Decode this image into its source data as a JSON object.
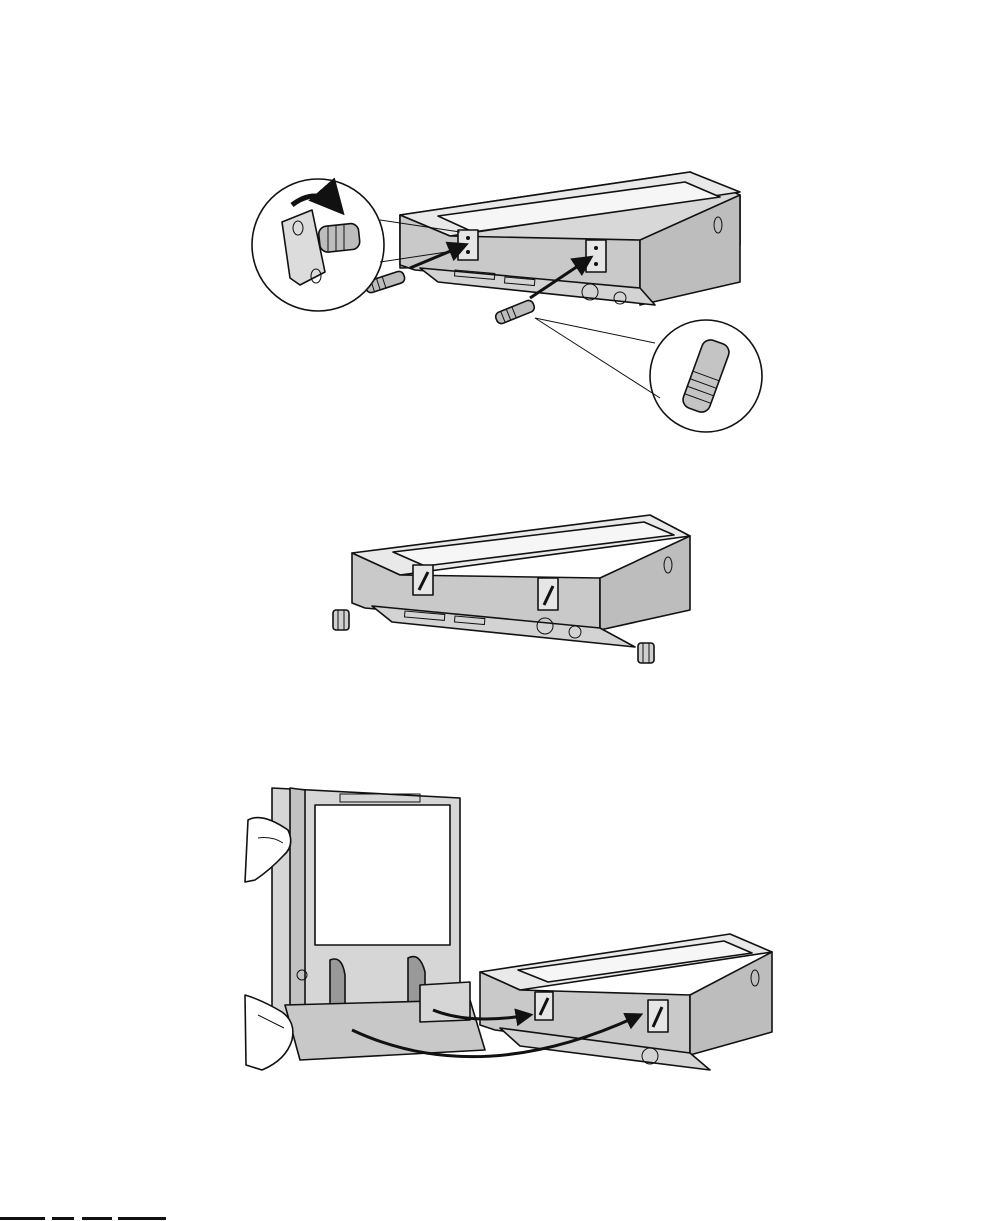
{
  "figure": {
    "panels": [
      {
        "id": "step-1",
        "content": "attach-screws"
      },
      {
        "id": "step-2",
        "content": "protective-feet"
      },
      {
        "id": "step-3",
        "content": "mount-document-feeder"
      }
    ]
  },
  "colors": {
    "outline": "#111111",
    "body_light": "#e8e8e8",
    "body_mid": "#c4c4c4",
    "body_dark": "#9a9a9a",
    "glass": "#f4f4f4",
    "background": "#ffffff"
  },
  "icons": [
    "rotate-arrow-icon",
    "insert-arrow-icon",
    "screw-icon",
    "cap-icon",
    "hand-icon"
  ]
}
